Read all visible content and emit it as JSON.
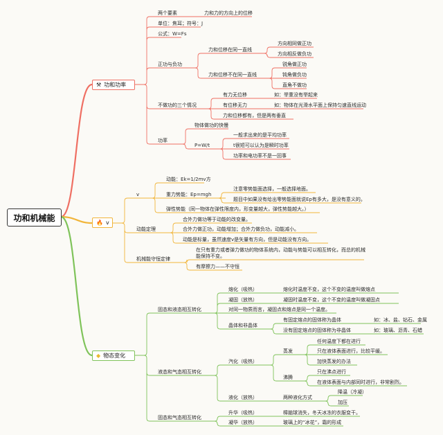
{
  "root": "功和机械能",
  "b1": {
    "label": "功和功率",
    "icon": "pickaxe-icon",
    "n1": "两个要素",
    "n1a": "力和力的方向上的位移",
    "n2": "单位：焦耳；符号：J",
    "n3": "公式：W=Fs",
    "n4": "正功与负功",
    "n4a": "力和位移在同一直线",
    "n4a1": "方向相同做正功",
    "n4a2": "方向相反做负功",
    "n4b": "力和位移不在同一直线",
    "n4b1": "锐角做正功",
    "n4b2": "钝角做负功",
    "n4b3": "直角不做功",
    "n5": "不做功的三个情况",
    "n5a": "有力无位移",
    "n5a1": "如：举重没有举起来",
    "n5b": "有位移无力",
    "n5b1": "如：物体在光滑水平面上保持匀速直线运动",
    "n5c": "力和位移都有，但是两有垂直",
    "n6": "功率",
    "n6a": "物体做功的快慢",
    "n6b": "P=W/t",
    "n6b1": "一般求出来的是平均功率",
    "n6b2": "t很短可以认为是瞬时功率",
    "n6b3": "功率和电功率不是一回事"
  },
  "b2": {
    "label": "v",
    "icon": "flame-icon",
    "n1": "v",
    "n1a": "动能：Ek=1/2mv方",
    "n1b": "重力势能：Ep=mgh",
    "n1b1": "注意零势能面选择，一般选择地面。",
    "n1b2": "题目中如果没有给出零势能面就说Ep有多大，是没有意义的。",
    "n1c": "弹性势能（同一物体在弹性限度内，形变量越大，弹性势能越大。）",
    "n2": "动能定理",
    "n2a": "合外力做功等于动能的改变量。",
    "n2b": "合外力做正功，动能增加；合外力做负功，动能减小。",
    "n2c": "动能是标量，虽然速度v是矢量有方向，但是动能没有方向。",
    "n3": "机械能守恒定律",
    "n3a": "在只有重力或者弹力做功的物体系统内，动能与势能可以相互转化，而总的机械",
    "n3a2": "能保持不变。",
    "n3b": "有摩擦力——不守恒"
  },
  "b3": {
    "label": "物态变化",
    "icon": "diamond-icon",
    "n1": "固态和液态相互转化",
    "n1a": "熔化（吸热）",
    "n1a1": "熔化时温度不变，这个不变的温度叫做熔点",
    "n1b": "凝固（放热）",
    "n1b1": "凝固时温度不变，这个不变的温度叫做凝固点",
    "n1c": "对同一物质而言，凝固点和熔点是同一个温度。",
    "n1d": "晶体和非晶体",
    "n1d1": "有固定熔点的固体称为晶体",
    "n1d1a": "如：冰、盐、钻石、金属",
    "n1d2": "没有固定熔点的固体称为非晶体",
    "n1d2a": "如：玻璃、沥青、石蜡",
    "n2": "液态和气态相互转化",
    "n2a": "汽化（吸热）",
    "n2a1": "蒸发",
    "n2a1a": "任何温度下都在进行",
    "n2a1b": "只在液体表面进行，比较平缓。",
    "n2a1c": "加快蒸发的办法",
    "n2a2": "沸腾",
    "n2a2a": "只在沸点进行",
    "n2a2b": "在液体表面与内部同时进行，非常剧烈。",
    "n2b": "液化（放热）",
    "n2b1": "两种液化方式",
    "n2b1a": "降温（冷凝）",
    "n2b1b": "加压",
    "n3": "固态和气态相互转化",
    "n3a": "升华（吸热）",
    "n3a1": "樟脑球消失，冬天冰冻的衣服变干。",
    "n3b": "凝华（放热）",
    "n3b1": "玻璃上的“冰花”，霜的形成"
  },
  "colors": {
    "red": "#ef6f63",
    "yellow": "#f1b53a",
    "green": "#7fc35a",
    "text": "#2a2a2a"
  }
}
